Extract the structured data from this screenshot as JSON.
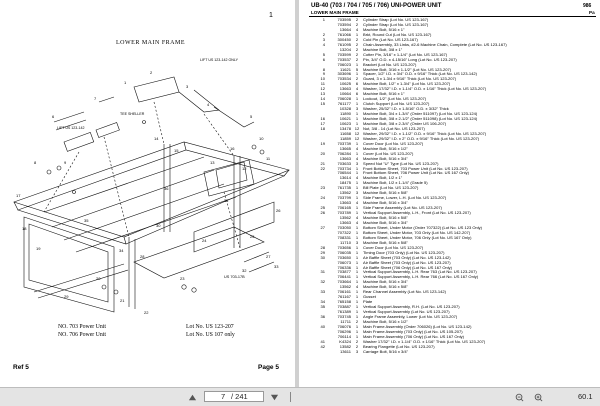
{
  "left_page": {
    "page_marker": "1",
    "title": "LOWER MAIN FRAME",
    "diagram_labels": [
      "LIFT US 123-142 ONLY",
      "LIFT US 123-142",
      "TEE SHELLER",
      "US 703-17B"
    ],
    "lot_line_1": "NO. 703 Power Unit",
    "lot_line_2": "NO. 706 Power Unit",
    "lot_right_1": "Lot No. US 123-207",
    "lot_right_2": "Lot No. US 107 only",
    "footer_left": "Ref 5",
    "footer_right": "Page 5"
  },
  "right_page": {
    "header_title": "UB-40 (703 / 704 / 705 / 706) UNI-POWER UNIT",
    "header_subtitle": "LOWER MAIN FRAME",
    "header_right_top": "986",
    "header_right_bottom": "Pa",
    "lines": [
      [
        "1",
        "703595",
        "2",
        "Cylinder Strap (Lot No. US 123-167)"
      ],
      [
        "",
        "703594",
        "2",
        "Cylinder Strap (Lot No. US 123-167)"
      ],
      [
        "",
        "13664",
        "4",
        "Machine Bolt, 5/16 x 1\""
      ],
      [
        "2",
        "761066",
        "1",
        "Brkt, Round Cut (Lot No. US 123-167)"
      ],
      [
        "3",
        "300450",
        "2",
        "Cold Pin (Lot No. US 123-167)"
      ],
      [
        "4",
        "761095",
        "2",
        "Chain Assembly, 33 Links, #2-6 Machine Chain, Complete (Lot No. US 123-167)"
      ],
      [
        "",
        "13204",
        "2",
        "Machine Bolt, 3/8 x 1\""
      ],
      [
        "5",
        "703599",
        "2",
        "Cotter Pin, 3/16\" x 1-1/4\" (Lot No. US 123-167)"
      ],
      [
        "6",
        "703537",
        "2",
        "Pin, 3/4\" O.D. x 4-15/16\" Long (Lot No. US 123-207)"
      ],
      [
        "",
        "706023",
        "1",
        "Bracket (Lot No. US 123-207)"
      ],
      [
        "8",
        "11621",
        "5",
        "Machine Bolt, 3/16 x 1-1/2\" (Lot No. US 123-207)"
      ],
      [
        "9",
        "303696",
        "1",
        "Spacer, 1/2\" I.D. x 3/4\" O.D. x 9/16\" Thick (Lot No. US 123-142)"
      ],
      [
        "10",
        "703534",
        "2",
        "Guard, 3 x 1-3/4 x 9/16\" Thick (Lot No. US 123-207)"
      ],
      [
        "11",
        "10625",
        "6",
        "Machine Bolt, 1/2\" x 1-3/4\" (Lot No. US 123-207)"
      ],
      [
        "12",
        "13663",
        "4",
        "Washer, 17/32\" I.D. x 1-1/4\" O.D. x 1/16\" Thick (Lot No. US 123-207)"
      ],
      [
        "13",
        "10664",
        "6",
        "Machine Bolt, 5/16 x 1\""
      ],
      [
        "14",
        "706028",
        "1",
        "Lockout, 1/2\" (Lot No. US 123-207)"
      ],
      [
        "15",
        "761177",
        "1",
        "Clutch Support (Lot No. US 123-207)"
      ],
      [
        "",
        "10328",
        "3",
        "Washer, 25/32\" I.D. x 1-5/16\" O.D. x 3/32\" Thick"
      ],
      [
        "",
        "11890",
        "1",
        "Machine Bolt, 3/4 x 1-3/4\" (Order 511097) (Lot No. US 123-124)"
      ],
      [
        "16",
        "10621",
        "1",
        "Machine Bolt, 3/8 x 2-1/2\" (Order 511098) (Lot No. US 123-124)"
      ],
      [
        "17",
        "10623",
        "1",
        "Machine Bolt, 3/8 x 2-3/4\" (Order US 106-207)"
      ],
      [
        "18",
        "13478",
        "12",
        "Nut, 3/8 - 14 (Lot No. US 123-207)"
      ],
      [
        "",
        "11658",
        "12",
        "Washer, 29/32\" I.D. x 1-1/2\" O.D. x 9/16\" Thick (Lot No. US 123-207)"
      ],
      [
        "",
        "11859",
        "12",
        "Washer, 29/32\" I.D. x 2\" O.D. x 9/16\" Thick (Lot No. US 123-207)"
      ],
      [
        "19",
        "703739",
        "1",
        "Cover Door (Lot No. US 123-207)"
      ],
      [
        "",
        "13665",
        "4",
        "Machine Bolt, 5/16 x 1/2\""
      ],
      [
        "20",
        "706284",
        "1",
        "Cover (Lot No. US 123-207)"
      ],
      [
        "",
        "13663",
        "4",
        "Machine Bolt, 5/16 x 3/4\""
      ],
      [
        "21",
        "703633",
        "3",
        "Speed Nut \"U\" Type (Lot No. US 123-207)"
      ],
      [
        "22",
        "703734",
        "1",
        "Front Bottom Sheet, 703 Power Unit (Lot No. US 123-207)"
      ],
      [
        "",
        "706544",
        "1",
        "Front Bottom Sheet, 706 Power Unit (Lot No. US 167 Only)"
      ],
      [
        "",
        "13614",
        "4",
        "Machine Bolt, 1/2 x 1\""
      ],
      [
        "",
        "18475",
        "1",
        "Machine Bolt, 1/2 x 1-1/4\" (Grade 5)"
      ],
      [
        "23",
        "761735",
        "1",
        "Bill Plate (Lot No. US 123-207)"
      ],
      [
        "",
        "13562",
        "3",
        "Machine Bolt, 5/16 x 5/8\""
      ],
      [
        "24",
        "703799",
        "1",
        "Side Frame, Lower, L.H. (Lot No. US 123-207)"
      ],
      [
        "",
        "13663",
        "4",
        "Machine Bolt, 5/16 x 3/4\""
      ],
      [
        "25",
        "706165",
        "1",
        "Side Frame Assembly (Lot No. US 123-207)"
      ],
      [
        "26",
        "703789",
        "1",
        "Vertical Support Assembly, L.H., Front (Lot No. US 123-207)"
      ],
      [
        "",
        "13562",
        "4",
        "Machine Bolt, 5/16 x 5/8\""
      ],
      [
        "",
        "13663",
        "4",
        "Machine Bolt, 5/16 x 3/4\""
      ],
      [
        "27",
        "703050",
        "1",
        "Bottom Sheet, Under Motor (Order 707322) (Lot No. US 123 Only)"
      ],
      [
        "",
        "707322",
        "1",
        "Bottom Sheet, Under Motor, 703 Only (Lot No. US 142-207)"
      ],
      [
        "",
        "708331",
        "1",
        "Bottom Sheet, Under Motor, 706 Only (Lot No. US 167 Only)"
      ],
      [
        "",
        "11710",
        "3",
        "Machine Bolt, 5/16 x 5/8\""
      ],
      [
        "28",
        "703656",
        "1",
        "Cover Door (Lot No. US 123-207)"
      ],
      [
        "29",
        "706035",
        "1",
        "Timing Door (703 Only) (Lot No. US 123-207)"
      ],
      [
        "30",
        "703650",
        "1",
        "Air Baffle Sheet (703 Only) (Lot No. US 123-142)"
      ],
      [
        "",
        "706073",
        "1",
        "Air Baffle Sheet (703 Only) (Lot No. US 123-207)"
      ],
      [
        "",
        "706336",
        "1",
        "Air Baffle Sheet (706 Only) (Lot No. US 167 Only)"
      ],
      [
        "31",
        "703877",
        "1",
        "Vertical Support Assembly, L.H. Rear 763 (Lot No. US 123-207)"
      ],
      [
        "",
        "706441",
        "1",
        "Vertical Support Assembly, L.H. Rear 766 (Lot No. US 167 Only)"
      ],
      [
        "32",
        "703664",
        "1",
        "Machine Bolt, 5/16 x 3/4\""
      ],
      [
        "",
        "13562",
        "4",
        "Machine Bolt, 5/16 x 5/8\""
      ],
      [
        "33",
        "706161",
        "1",
        "Rear Channel Assembly (Lot No. US 123-142)"
      ],
      [
        "",
        "761167",
        "1",
        "Gusset"
      ],
      [
        "34",
        "765158",
        "1",
        "Plate"
      ],
      [
        "35",
        "703887",
        "1",
        "Vertical Support Assembly, R.H. (Lot No. US 123-207)"
      ],
      [
        "",
        "761389",
        "1",
        "Vertical Support Assembly (Lot No. US 123-207)"
      ],
      [
        "36",
        "703745",
        "1",
        "Angle Frame Assembly, Lower (Lot No. US 123-207)"
      ],
      [
        "",
        "11711",
        "2",
        "Machine Bolt, 5/16 x 1/2\""
      ],
      [
        "40",
        "706076",
        "1",
        "Main Frame Assembly (Order 706026) (Lot No. US 123-142)"
      ],
      [
        "",
        "706296",
        "1",
        "Main Frame Assembly (703 Only) (Lot No. US 105-207)"
      ],
      [
        "",
        "706114",
        "1",
        "Main Frame Assembly (706 Only) (Lot No. US 167 Only)"
      ],
      [
        "41",
        "K4324",
        "2",
        "Washer 17/32\" I.D. x 1-1/4\" O.D. x 1/16\" Thick (Lot No. US 123-207)"
      ],
      [
        "42",
        "13582",
        "2",
        "Bearing Flangette (Lot No. US 123-207)"
      ],
      [
        "",
        "13611",
        "3",
        "Carriage Bolt, 5/16 x 3/4\""
      ]
    ]
  },
  "toolbar": {
    "current_page": "7",
    "page_total": "/ 241",
    "zoom": "60.1"
  },
  "colors": {
    "window_bg": "#d0d0d0",
    "toolbar_bg": "#e4e4e4",
    "page_bg": "#ffffff"
  }
}
